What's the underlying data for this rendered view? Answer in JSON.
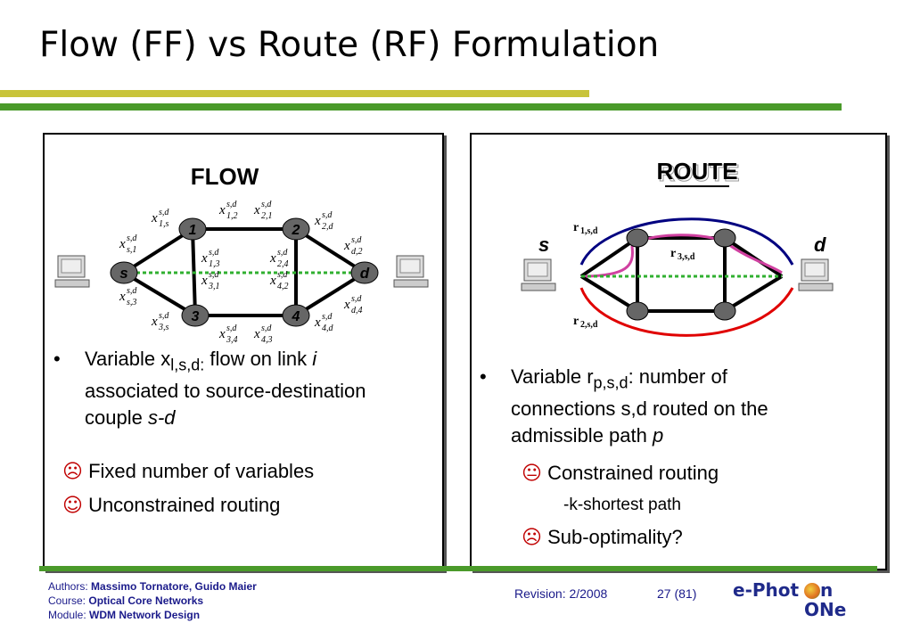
{
  "title": "Flow (FF) vs Route (RF) Formulation",
  "flow": {
    "heading": "FLOW",
    "nodes": {
      "n1": "1",
      "n2": "2",
      "n3": "3",
      "n4": "4",
      "s": "s",
      "d": "d"
    },
    "bullet_text_a": "Variable x",
    "bullet_sub": "l,s,d:",
    "bullet_text_b": " flow on link ",
    "bullet_i": "i",
    "bullet_line2": "associated to source-destination",
    "bullet_line3a": "couple ",
    "bullet_sd": "s-d",
    "item1": "Fixed number of  variables",
    "item2": "Unconstrained routing"
  },
  "route": {
    "heading": "ROUTE",
    "label_s": "s",
    "label_d": "d",
    "r1": "r",
    "r1_sub": "1,s,d",
    "r2": "r",
    "r2_sub": "2,s,d",
    "r3": "r",
    "r3_sub": "3,s,d",
    "bullet_text_a": "Variable r",
    "bullet_sub": "p,s,d",
    "bullet_text_b": ": number of",
    "bullet_line2": "connections s,d routed on the",
    "bullet_line3a": "admissible path ",
    "bullet_p": "p",
    "item1": "Constrained routing",
    "item1_sub": "-k-shortest path",
    "item2": "Sub-optimality?"
  },
  "footer": {
    "authors_label": "Authors: ",
    "authors": "Massimo Tornatore, Guido Maier",
    "course_label": "Course: ",
    "course": "Optical Core Networks",
    "module_label": "Module: ",
    "module": "WDM Network Design",
    "revision": "Revision: 2/2008",
    "page": "27 (81)",
    "logo_a": "e-Phot",
    "logo_b": "n",
    "logo_c": "ONe"
  },
  "colors": {
    "accent_yellow": "#c8c43a",
    "accent_green": "#4a9a2a",
    "red_path": "#e00000",
    "blue_path": "#000080",
    "pink_path": "#d040a0",
    "dashed": "#30b030"
  }
}
